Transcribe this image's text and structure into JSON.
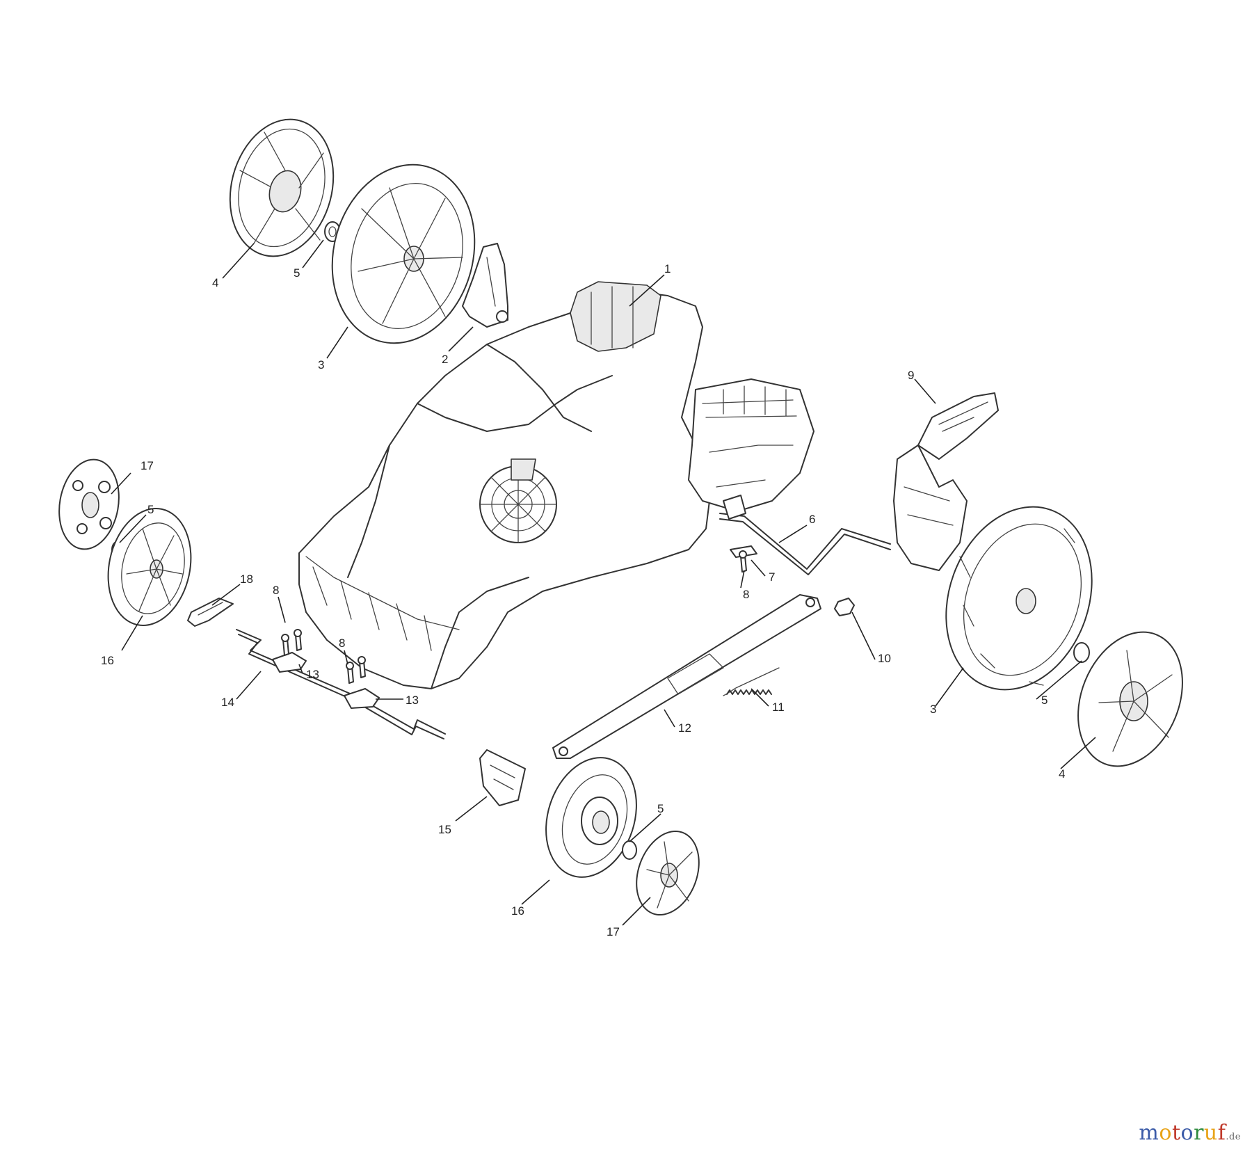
{
  "callouts": [
    "1",
    "2",
    "3",
    "4",
    "5",
    "6",
    "7",
    "8",
    "9",
    "10",
    "11",
    "12",
    "13",
    "14",
    "15",
    "16",
    "17",
    "18"
  ],
  "brand": {
    "letters": [
      "m",
      "o",
      "t",
      "o",
      "r",
      "u",
      "f"
    ],
    "letter_colors": [
      "#3b5ba8",
      "#e8a317",
      "#c0392b",
      "#3b5ba8",
      "#2e8b3d",
      "#e8a317",
      "#c0392b"
    ],
    "tld": ".de"
  },
  "colors": {
    "line": "#333333",
    "text": "#222222",
    "background": "#ffffff"
  }
}
